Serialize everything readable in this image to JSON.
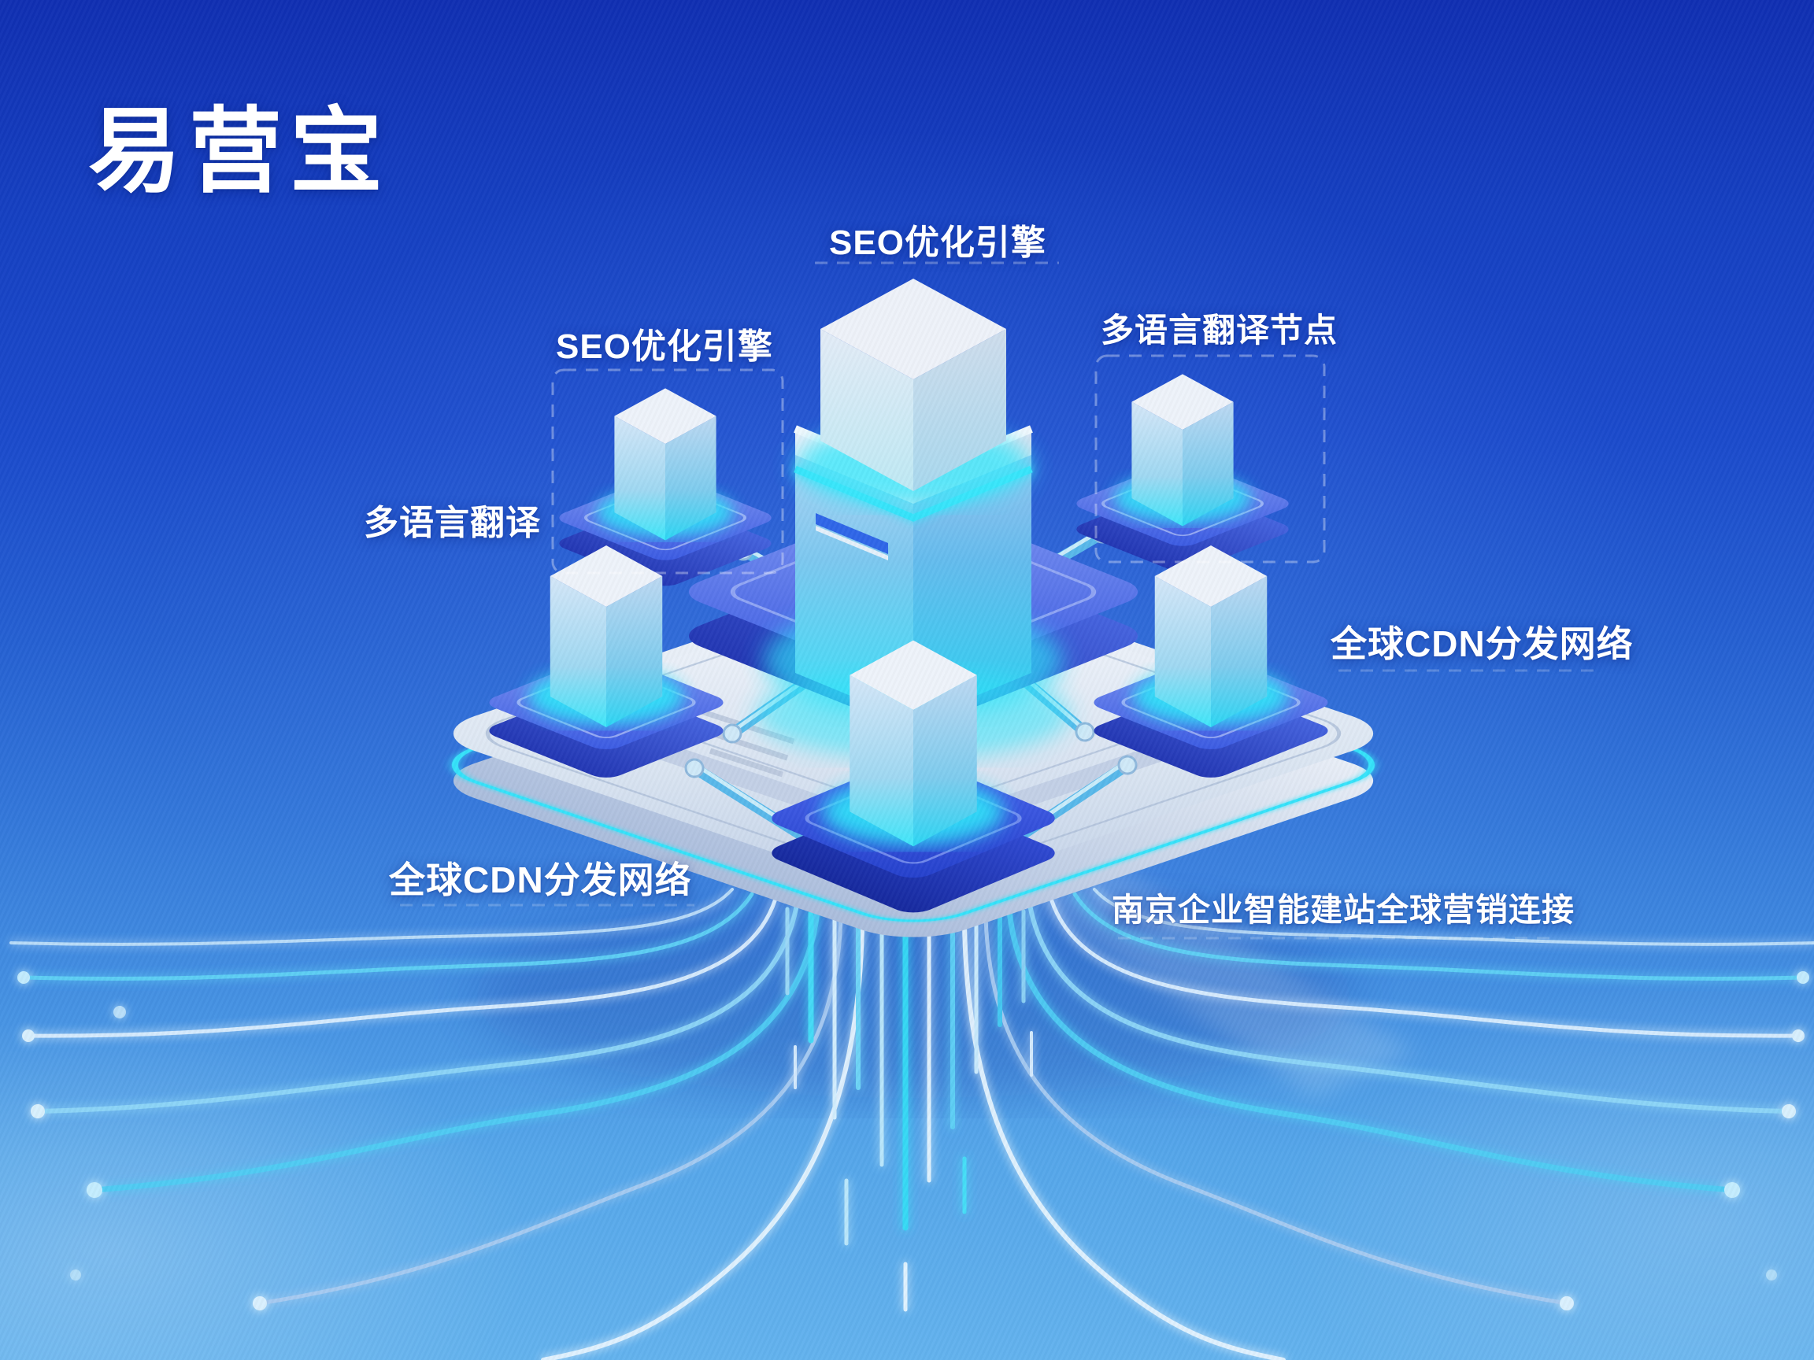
{
  "header": {
    "title": "易营宝"
  },
  "labels": {
    "seo_top": "SEO优化引擎",
    "seo_left": "SEO优化引擎",
    "translation_node": "多语言翻译节点",
    "translation": "多语言翻译",
    "cdn_right": "全球CDN分发网络",
    "cdn_bottom": "全球CDN分发网络",
    "tagline": "南京企业智能建站全球营销连接"
  },
  "scene": {
    "type": "isometric-network-illustration",
    "platform_name": "main-platform",
    "nodes": [
      {
        "id": "central-tower",
        "label": "SEO优化引擎"
      },
      {
        "id": "floating-node-left",
        "label": "SEO优化引擎"
      },
      {
        "id": "floating-node-right",
        "label": "多语言翻译节点"
      },
      {
        "id": "platform-node-left",
        "label": "多语言翻译"
      },
      {
        "id": "platform-node-front",
        "label": "全球CDN分发网络"
      },
      {
        "id": "platform-node-right",
        "label": "全球CDN分发网络"
      }
    ],
    "colors": {
      "background_top": "#1540C2",
      "background_bottom": "#63B2EE",
      "accent_cyan": "#35E2FA",
      "platform_light": "#E6EDF7",
      "pedestal_blue": "#3A5CE0",
      "text": "#FFFFFF"
    }
  }
}
